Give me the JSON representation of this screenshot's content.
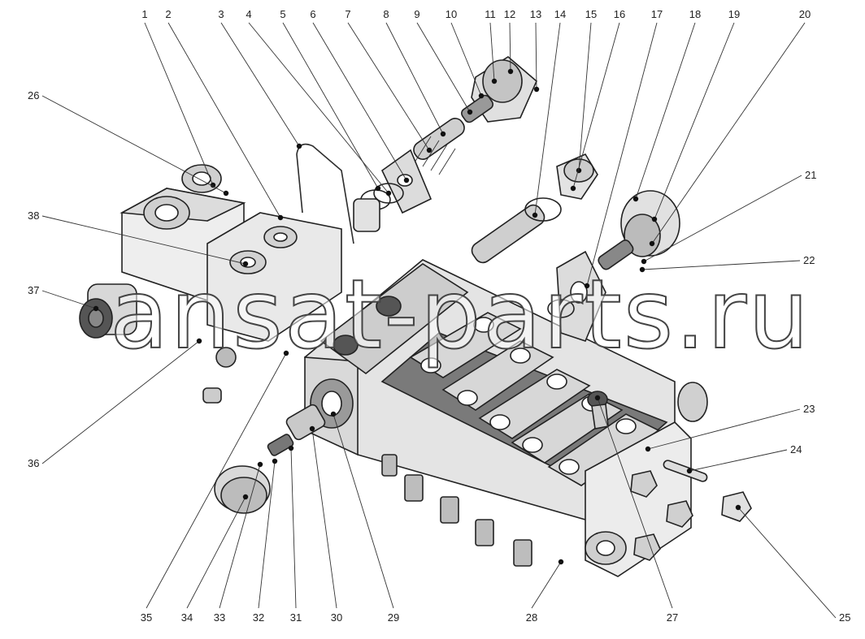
{
  "diagram": {
    "watermark": "ansat-parts.ru",
    "callouts": {
      "top": [
        "1",
        "2",
        "3",
        "4",
        "5",
        "6",
        "7",
        "8",
        "9",
        "10",
        "11",
        "12",
        "13",
        "14",
        "15",
        "16",
        "17",
        "18",
        "19",
        "20"
      ],
      "right": [
        "21",
        "22",
        "23",
        "24",
        "25"
      ],
      "bottom": [
        "35",
        "34",
        "33",
        "32",
        "31",
        "30",
        "29",
        "28",
        "27"
      ],
      "left": [
        "26",
        "38",
        "37",
        "36"
      ]
    }
  }
}
